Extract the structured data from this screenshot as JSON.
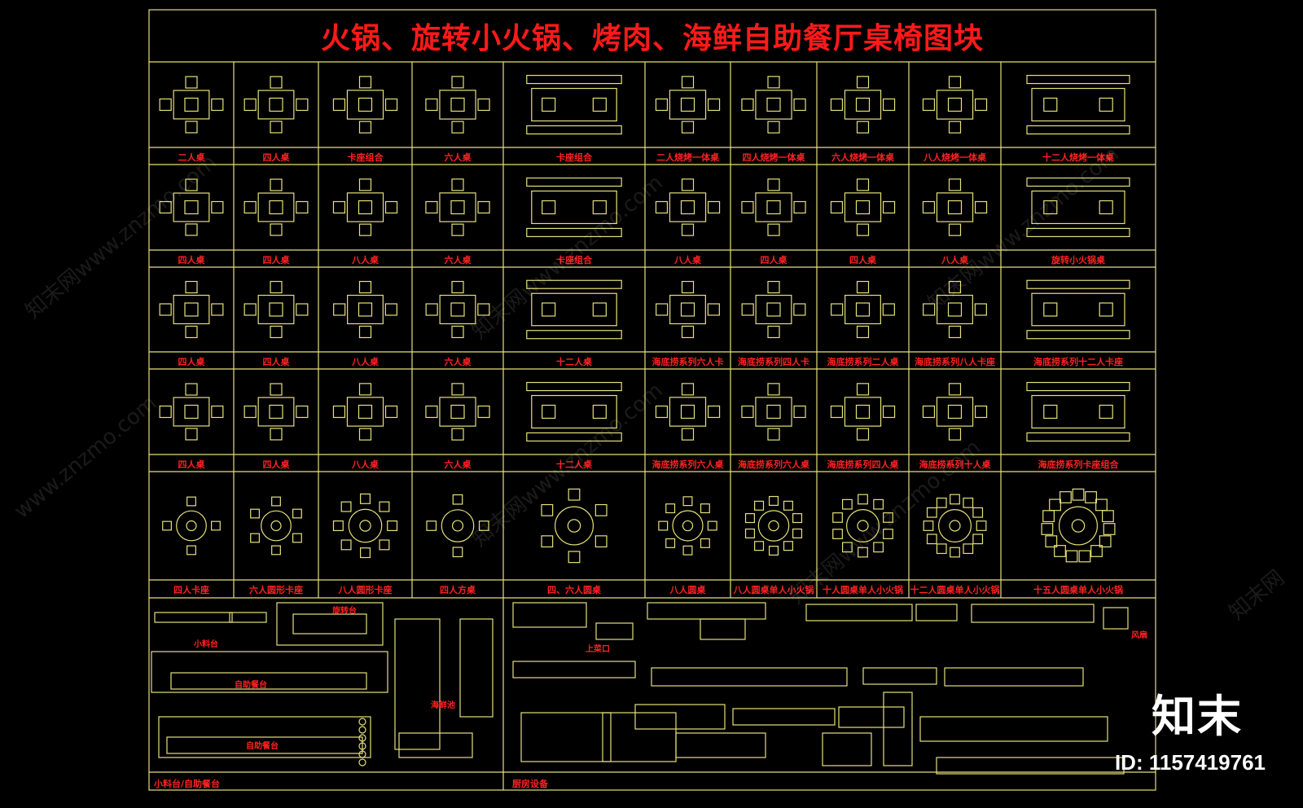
{
  "title": "火锅、旋转小火锅、烤肉、海鲜自助餐厅桌椅图块",
  "rows": [
    [
      "二人桌",
      "四人桌",
      "卡座组合",
      "六人桌",
      "卡座组合",
      "二人烧烤一体桌",
      "四人烧烤一体桌",
      "六人烧烤一体桌",
      "八人烧烤一体桌",
      "十二人烧烤一体桌"
    ],
    [
      "四人桌",
      "四人桌",
      "八人桌",
      "六人桌",
      "卡座组合",
      "八人桌",
      "四人桌",
      "四人桌",
      "八人桌",
      "旋转小火锅桌"
    ],
    [
      "四人桌",
      "四人桌",
      "八人桌",
      "六人桌",
      "十二人桌",
      "海底捞系列六人卡",
      "海底捞系列四人卡",
      "海底捞系列二人桌",
      "海底捞系列八人卡座",
      "海底捞系列十二人卡座"
    ],
    [
      "四人桌",
      "四人桌",
      "八人桌",
      "六人桌",
      "十二人桌",
      "海底捞系列六人桌",
      "海底捞系列六人桌",
      "海底捞系列四人桌",
      "海底捞系列十人桌",
      "海底捞系列卡座组合"
    ],
    [
      "四人卡座",
      "六人圆形卡座",
      "八人圆形卡座",
      "四人方桌",
      "四、六人圆桌",
      "八人圆桌",
      "八人圆桌单人小火锅",
      "十人圆桌单人小火锅",
      "十二人圆桌单人小火锅",
      "十五人圆桌单人小火锅"
    ]
  ],
  "bottom": {
    "left_label": "小料台/自助餐台",
    "right_label": "厨房设备",
    "notes": [
      "小料台",
      "旋转台",
      "自助餐台",
      "自助餐台",
      "海鲜池",
      "上菜口",
      "风扇"
    ]
  },
  "watermarks": [
    "知末网www.znzmo.com",
    "知末网www.znzmo.com",
    "知末网www.znzmo.com",
    "知末网www.znzmo.com",
    "知末网www.znzmo.com",
    "www.znzmo.com",
    "知末网"
  ],
  "brand": {
    "name": "知末",
    "id": "ID: 1157419761"
  },
  "colors": {
    "background": "#000000",
    "lines": "#e6e07a",
    "labels": "#ff2222"
  }
}
